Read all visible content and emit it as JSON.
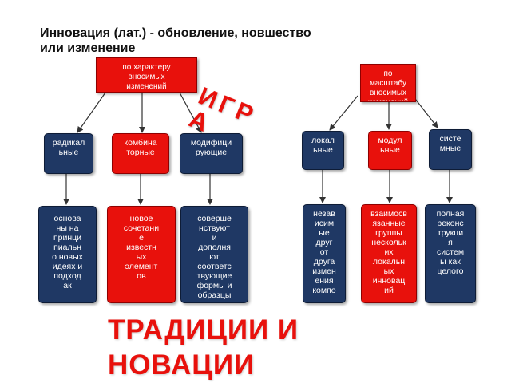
{
  "title": "Инновация (лат.) - обновление, новшество\nили изменение",
  "badge": "ИГРА",
  "banner": "ТРАДИЦИИ И\nНОВАЦИИ",
  "colors": {
    "navy": "#1f3864",
    "red": "#e8110c"
  },
  "left_branch": {
    "root": "по характеру\nвносимых\nизменений",
    "categories": [
      {
        "label": "радикал\nьные",
        "description": "основа\nны на\nпринци\nпиальн\nо новых\nидеях и\nподход\nак"
      },
      {
        "label": "комбина\nторные",
        "description": "новое\nсочетани\nе\nизвестн\nых\nэлемент\nов"
      },
      {
        "label": "модифици\nрующие",
        "description": "соверше\nнствуют\nи\nдополня\nют\nсоответс\nтвующие\nформы и\nобразцы"
      }
    ]
  },
  "right_branch": {
    "root": "по\nмасштабу\nвносимых\nизменений",
    "categories": [
      {
        "label": "локал\nьные",
        "description": "незав\nисим\nые\nдруг\nот\nдруга\nизмен\nения\nкомпо"
      },
      {
        "label": "модул\nьные",
        "description": "взаимосв\nязанные\nгруппы\nнескольк\nих\nлокальн\nых\nинновац\nий"
      },
      {
        "label": "систе\nмные",
        "description": "полная\nреконс\nтрукци\nя\nсистем\nы как\nцелого"
      }
    ]
  }
}
